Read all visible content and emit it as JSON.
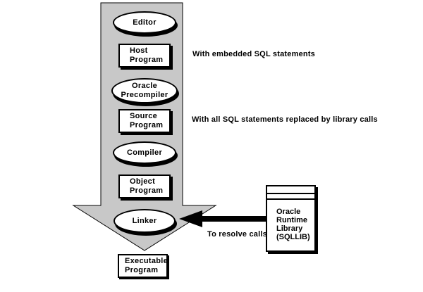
{
  "nodes": {
    "editor": {
      "label": "Editor",
      "shape": "ellipse"
    },
    "host_program": {
      "label": "Host\nProgram",
      "shape": "rect"
    },
    "oracle_precompiler": {
      "label": "Oracle\nPrecompiler",
      "shape": "ellipse"
    },
    "source_program": {
      "label": "Source\nProgram",
      "shape": "rect"
    },
    "compiler": {
      "label": "Compiler",
      "shape": "ellipse"
    },
    "object_program": {
      "label": "Object\nProgram",
      "shape": "rect"
    },
    "linker": {
      "label": "Linker",
      "shape": "ellipse"
    },
    "executable_program": {
      "label": "Executable\nProgram",
      "shape": "rect"
    }
  },
  "annotations": {
    "embedded_sql": "With embedded SQL statements",
    "replaced_sql": "With all SQL statements replaced by library calls",
    "resolve_calls": "To resolve calls"
  },
  "library": {
    "label": "Oracle\nRuntime\nLibrary\n(SQLLIB)"
  },
  "colors": {
    "arrow_fill": "#c8c8c8",
    "outline": "#000000",
    "node_fill": "#ffffff",
    "resolve_arrow": "#000000"
  }
}
